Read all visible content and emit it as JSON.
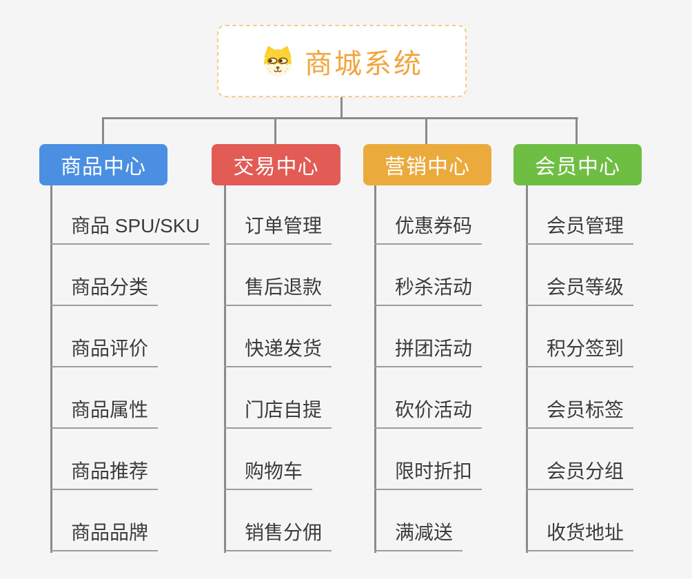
{
  "canvas": {
    "background": "#f5f5f6",
    "connector_color": "#8a8a8a"
  },
  "root": {
    "title": "商城系统",
    "icon": "dog-icon",
    "text_color": "#f2a43c",
    "border_color": "#f6ce8c"
  },
  "branches": [
    {
      "label": "商品中心",
      "color": "#4a8fe2",
      "children": [
        "商品 SPU/SKU",
        "商品分类",
        "商品评价",
        "商品属性",
        "商品推荐",
        "商品品牌"
      ]
    },
    {
      "label": "交易中心",
      "color": "#e25b55",
      "children": [
        "订单管理",
        "售后退款",
        "快递发货",
        "门店自提",
        "购物车",
        "销售分佣"
      ]
    },
    {
      "label": "营销中心",
      "color": "#ebaa3c",
      "children": [
        "优惠券码",
        "秒杀活动",
        "拼团活动",
        "砍价活动",
        "限时折扣",
        "满减送"
      ]
    },
    {
      "label": "会员中心",
      "color": "#6fbe44",
      "children": [
        "会员管理",
        "会员等级",
        "积分签到",
        "会员标签",
        "会员分组",
        "收货地址"
      ]
    }
  ]
}
